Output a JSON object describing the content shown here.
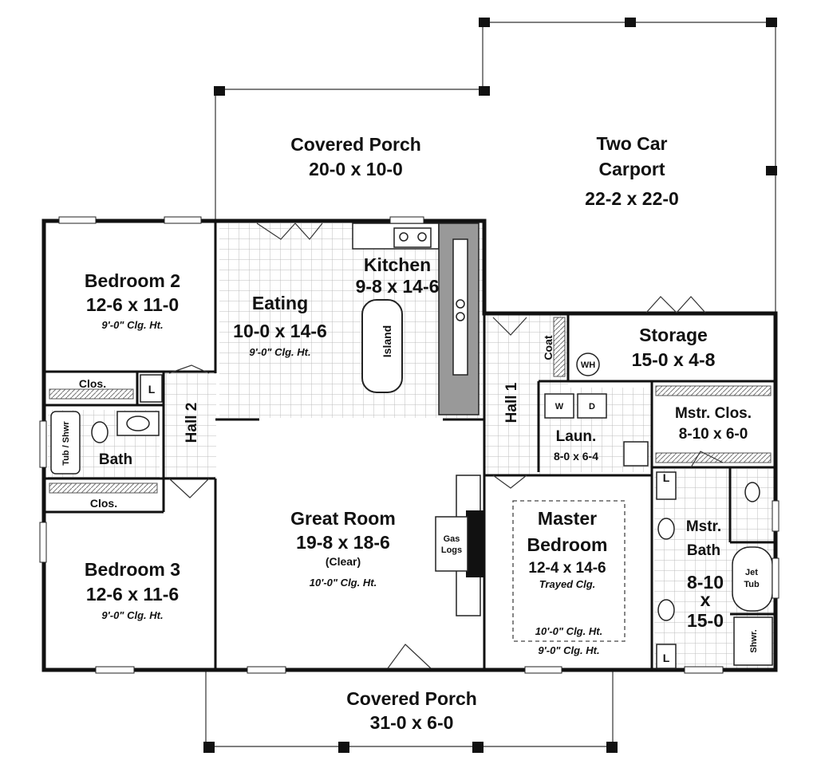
{
  "rooms": {
    "covered_porch_front": {
      "name": "Covered Porch",
      "dims": "20-0 x 10-0"
    },
    "carport": {
      "name_line1": "Two Car",
      "name_line2": "Carport",
      "dims": "22-2 x 22-0"
    },
    "bedroom2": {
      "name": "Bedroom 2",
      "dims": "12-6 x 11-0",
      "ceiling": "9'-0\" Clg. Ht."
    },
    "kitchen": {
      "name": "Kitchen",
      "dims": "9-8 x 14-6"
    },
    "eating": {
      "name": "Eating",
      "dims": "10-0 x 14-6",
      "ceiling": "9'-0\" Clg. Ht."
    },
    "island": {
      "name": "Island"
    },
    "storage": {
      "name": "Storage",
      "dims": "15-0 x 4-8"
    },
    "coat": {
      "name": "Coat"
    },
    "wh": {
      "name": "WH"
    },
    "hall1": {
      "name": "Hall 1"
    },
    "hall2": {
      "name": "Hall 2"
    },
    "clos_top": {
      "name": "Clos."
    },
    "clos_bottom": {
      "name": "Clos."
    },
    "linen": {
      "name": "L"
    },
    "tub": {
      "name": "Tub / Shwr"
    },
    "bath": {
      "name": "Bath"
    },
    "mstr_clos": {
      "name": "Mstr. Clos.",
      "dims": "8-10 x 6-0"
    },
    "laundry": {
      "name": "Laun.",
      "dims": "8-0 x 6-4",
      "washer": "W",
      "dryer": "D"
    },
    "great_room": {
      "name": "Great Room",
      "dims": "19-8 x 18-6",
      "note": "(Clear)",
      "ceiling": "10'-0\" Clg. Ht."
    },
    "gas_logs": {
      "line1": "Gas",
      "line2": "Logs"
    },
    "master_bedroom": {
      "name_line1": "Master",
      "name_line2": "Bedroom",
      "dims": "12-4 x 14-6",
      "note": "Trayed Clg.",
      "ceiling1": "10'-0\" Clg. Ht.",
      "ceiling2": "9'-0\" Clg. Ht."
    },
    "mstr_bath": {
      "name_line1": "Mstr.",
      "name_line2": "Bath",
      "dims_line1": "8-10",
      "dims_line2": "x",
      "dims_line3": "15-0",
      "linen1": "L",
      "linen2": "L"
    },
    "jet_tub": {
      "line1": "Jet",
      "line2": "Tub"
    },
    "shower": {
      "name": "Shwr."
    },
    "bedroom3": {
      "name": "Bedroom 3",
      "dims": "12-6 x 11-6",
      "ceiling": "9'-0\" Clg. Ht."
    },
    "covered_porch_rear": {
      "name": "Covered Porch",
      "dims": "31-0 x 6-0"
    }
  },
  "colors": {
    "wall": "#111111",
    "grid": "#bcbcbc",
    "counter": "#888888"
  }
}
